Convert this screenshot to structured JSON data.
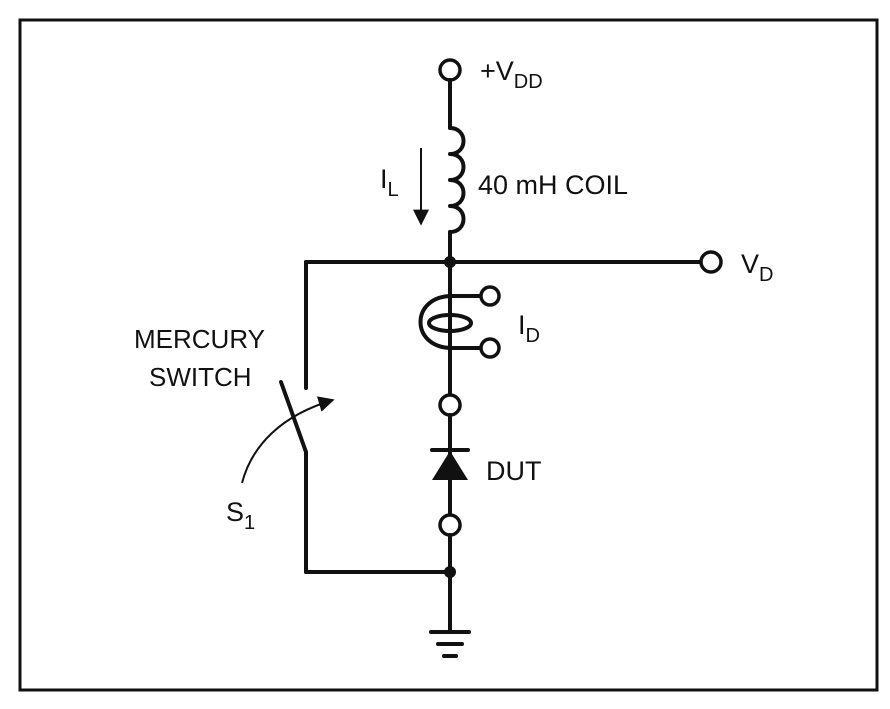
{
  "diagram": {
    "labels": {
      "vdd_prefix": "+V",
      "vdd_sub": "DD",
      "il_main": "I",
      "il_sub": "L",
      "coil": "40 mH COIL",
      "vd_main": "V",
      "vd_sub": "D",
      "id_main": "I",
      "id_sub": "D",
      "switch_line1": "MERCURY",
      "switch_line2": "SWITCH",
      "s1_main": "S",
      "s1_sub": "1",
      "dut": "DUT"
    }
  }
}
